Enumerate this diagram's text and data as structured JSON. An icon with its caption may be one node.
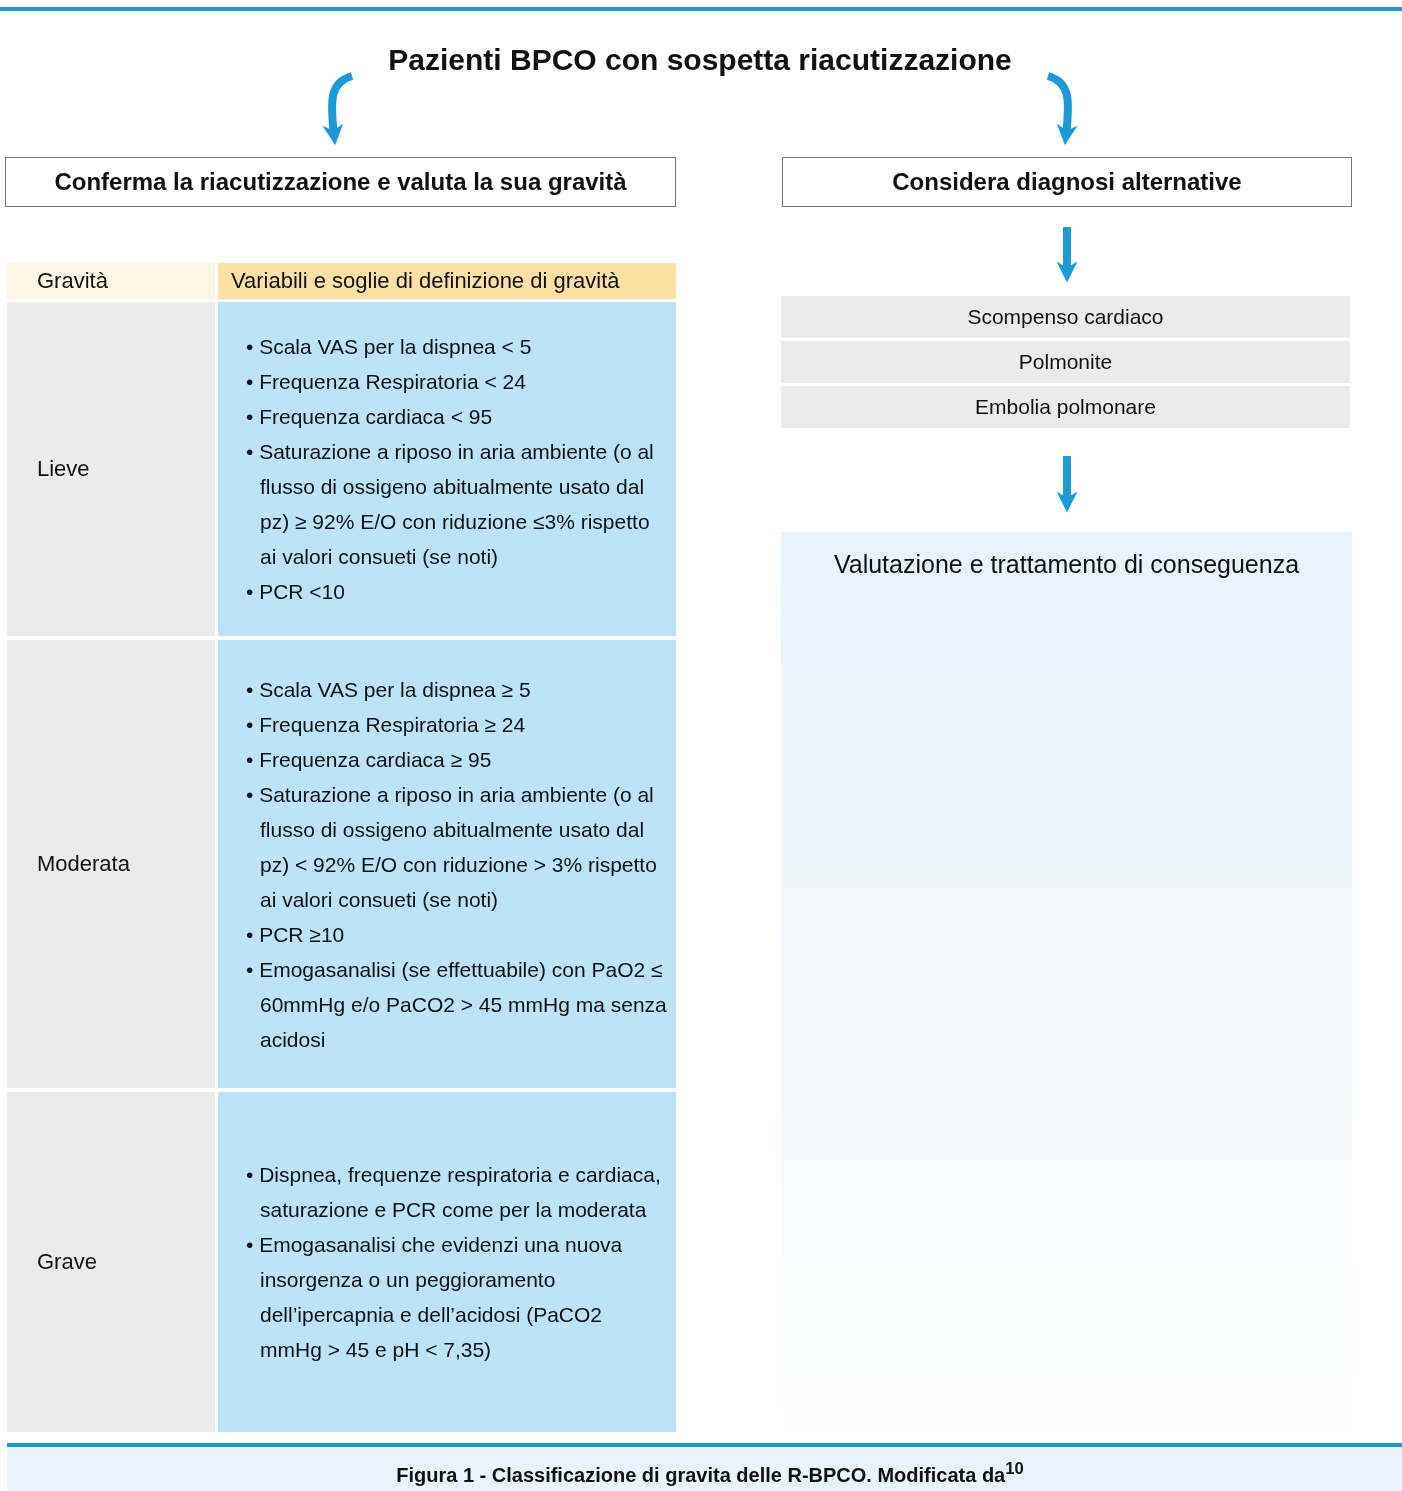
{
  "diagram": {
    "caption": "Figura 1 - Classificazione di gravita delle R-BPCO. Modificata da$^{10}$",
    "nodes": [
      {
        "text": [
          "Pazienti BPCO con sospetta riacutizzazione"
        ]
      },
      {
        "text": [
          "Conferma la riacutizzazione e valuta la sua gravità"
        ]
      },
      {
        "text": [
          "Considera diagnosi alternative"
        ]
      },
      {
        "text": [
          "Scompenso cardiaco"
        ]
      },
      {
        "text": [
          "Polmonite"
        ]
      },
      {
        "text": [
          "Embolia polmonare"
        ]
      },
      {
        "text": [
          "Valutazione e trattamento di conseguenza"
        ]
      }
    ],
    "edges": [
      {
        "from": 0,
        "to": 1,
        "arrow": "to"
      },
      {
        "from": 0,
        "to": 2,
        "arrow": "to"
      },
      {
        "from": 2,
        "to": 3,
        "arrow": "to"
      },
      {
        "from": 5,
        "to": 6,
        "arrow": "to"
      }
    ],
    "labels": [
      "Gravità",
      "Variabili e soglie di definizione di gravità",
      "Lieve",
      "• Scala VAS per la dispnea < 5",
      "• Frequenza Respiratoria < 24",
      "• Frequenza cardiaca < 95",
      "• Saturazione a riposo in aria ambiente (o al flusso di ossigeno abitualmente usato dal pz) ≥ 92% E/O  con riduzione ≤3% rispetto ai valori consueti (se noti)",
      "• PCR <10",
      "Moderata",
      "• Scala VAS per la dispnea ≥ 5",
      "• Frequenza Respiratoria ≥ 24",
      "• Frequenza cardiaca ≥ 95",
      "• Saturazione a riposo in aria ambiente (o al flusso di ossigeno abitualmente usato dal pz) < 92% E/O con riduzione > 3% rispetto ai valori consueti (se noti)",
      "• PCR ≥10",
      "• Emogasanalisi (se effettuabile) con PaO2 ≤ 60mmHg e/o PaCO2 > 45 mmHg ma senza acidosi",
      "Grave",
      "• Dispnea, frequenze respiratoria e cardiaca, saturazione e PCR come per la moderata",
      "• Emogasanalisi che evidenzi una nuova insorgenza o un peggioramento dell’ipercapnia e dell’acidosi (PaCO2 mmHg > 45 e pH < 7,35)"
    ]
  }
}
